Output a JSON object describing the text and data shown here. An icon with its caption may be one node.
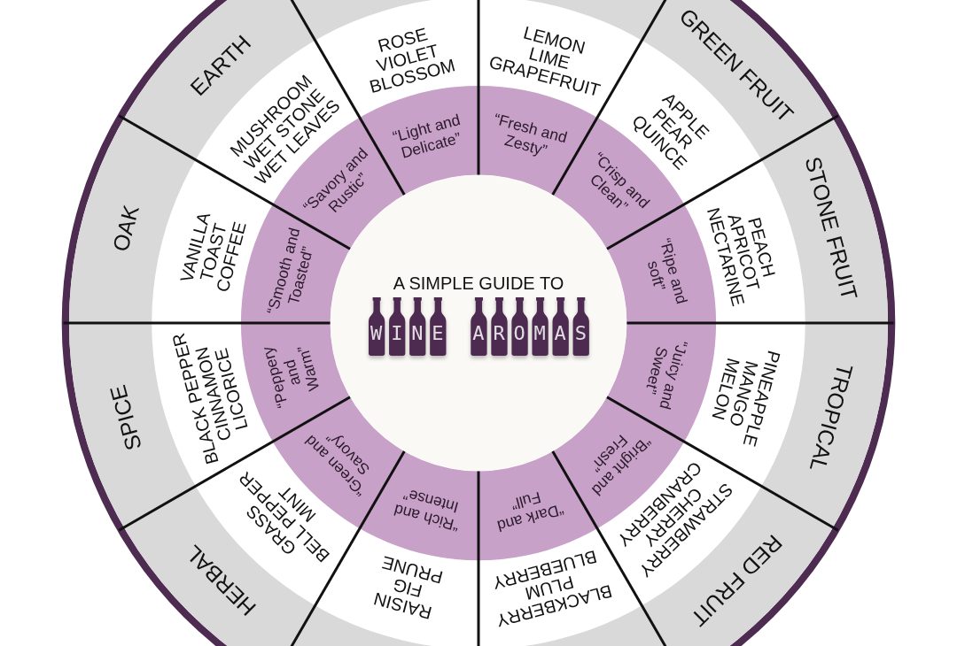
{
  "diagram": {
    "nodes": [
      {
        "text": [
          "A SIMPLE GUIDE TO",
          "WINE AROMAS"
        ]
      },
      {
        "text": [
          "“Fresh and Zesty”"
        ]
      },
      {
        "text": [
          "LEMON LIME GRAPEFRUIT"
        ]
      },
      {
        "text": [
          "“Crisp and Clean”"
        ]
      },
      {
        "text": [
          "APPLE PEAR QUINCE"
        ]
      },
      {
        "text": [
          "GREEN FRUIT"
        ]
      },
      {
        "text": [
          "“Ripe and soft”"
        ]
      },
      {
        "text": [
          "PEACH APRICOT NECTARINE"
        ]
      },
      {
        "text": [
          "STONE FRUIT"
        ]
      },
      {
        "text": [
          "“Juicy and Sweet”"
        ]
      },
      {
        "text": [
          "PINEAPPLE MANGO MELON"
        ]
      },
      {
        "text": [
          "TROPICAL"
        ]
      },
      {
        "text": [
          "“Bright and Fresh”"
        ]
      },
      {
        "text": [
          "STRAWBERRY CHERRY CRANBERRY"
        ]
      },
      {
        "text": [
          "RED FRUIT"
        ]
      },
      {
        "text": [
          "“Dark and Full”"
        ]
      },
      {
        "text": [
          "BLACKBERRY PLUM BLUEBERRY"
        ]
      },
      {
        "text": [
          "“Rich and Intense”"
        ]
      },
      {
        "text": [
          "RAISIN FIG PRUNE"
        ]
      },
      {
        "text": [
          "“Green and Savory”"
        ]
      },
      {
        "text": [
          "GRASS BELL PEPPER MINT"
        ]
      },
      {
        "text": [
          "HERBAL"
        ]
      },
      {
        "text": [
          "“Peppery and Warm”"
        ]
      },
      {
        "text": [
          "BLACK PEPPER CINNAMON LICORICE"
        ]
      },
      {
        "text": [
          "SPICE"
        ]
      },
      {
        "text": [
          "“Smooth and Toasted”"
        ]
      },
      {
        "text": [
          "VANILLA TOAST COFFEE"
        ]
      },
      {
        "text": [
          "OAK"
        ]
      },
      {
        "text": [
          "“Savory and Rustic”"
        ]
      },
      {
        "text": [
          "MUSHROOM WET STONE WET LEAVES"
        ]
      },
      {
        "text": [
          "EARTH"
        ]
      },
      {
        "text": [
          "“Light and Delicate”"
        ]
      },
      {
        "text": [
          "ROSE VIOLET BLOSSOM"
        ]
      }
    ]
  }
}
